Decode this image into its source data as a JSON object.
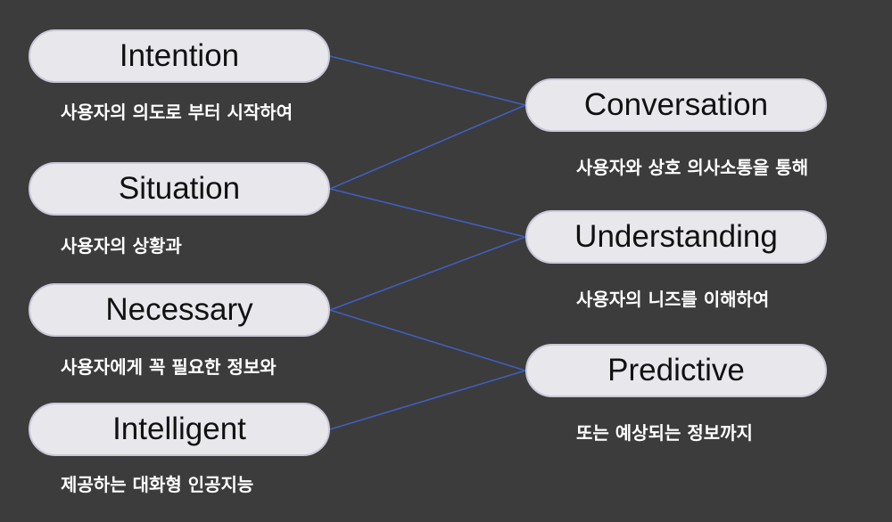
{
  "diagram": {
    "line_color": "#3f5fbf",
    "left_nodes": [
      {
        "label": "Intention",
        "caption": "사용자의 의도로 부터 시작하여"
      },
      {
        "label": "Situation",
        "caption": "사용자의 상황과"
      },
      {
        "label": "Necessary",
        "caption": "사용자에게 꼭 필요한 정보와"
      },
      {
        "label": "Intelligent",
        "caption": "제공하는 대화형 인공지능"
      }
    ],
    "right_nodes": [
      {
        "label": "Conversation",
        "caption": "사용자와 상호 의사소통을 통해"
      },
      {
        "label": "Understanding",
        "caption": "사용자의 니즈를 이해하여"
      },
      {
        "label": "Predictive",
        "caption": "또는 예상되는 정보까지"
      }
    ],
    "links": [
      [
        0,
        0
      ],
      [
        1,
        0
      ],
      [
        1,
        1
      ],
      [
        2,
        1
      ],
      [
        2,
        2
      ],
      [
        3,
        2
      ]
    ]
  }
}
